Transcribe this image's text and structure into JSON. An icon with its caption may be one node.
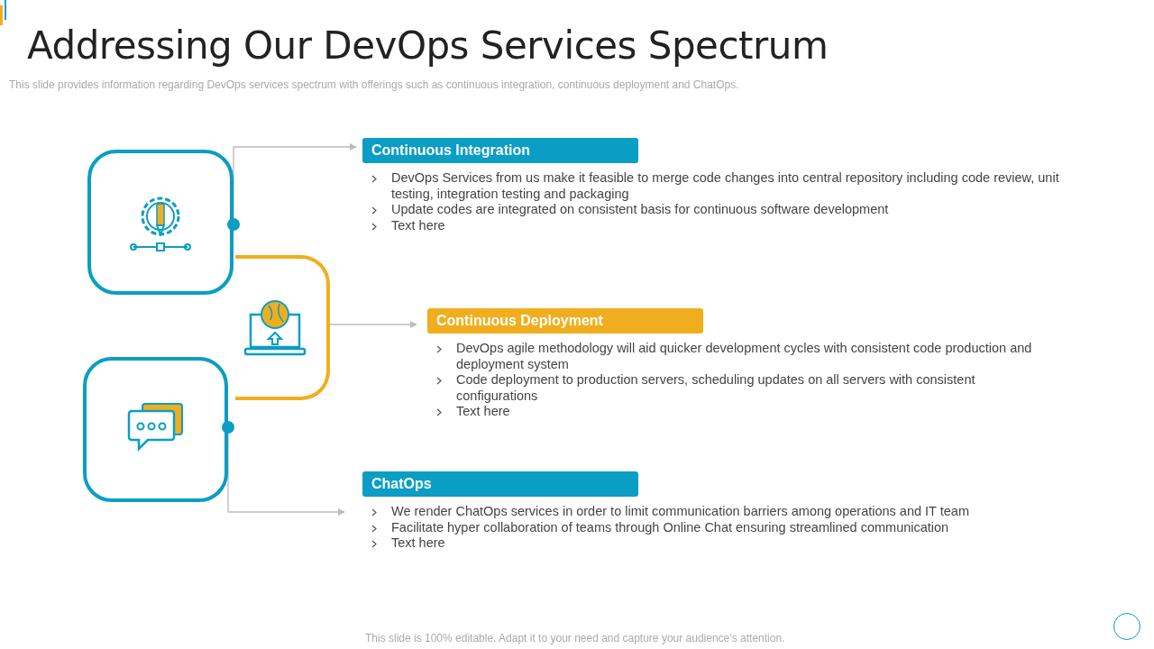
{
  "diagram": {
    "title": "Addressing Our DevOps Services Spectrum",
    "nodes": [
      {
        "text": [],
        "shape": "box"
      },
      {
        "text": [],
        "shape": "box"
      },
      {
        "text": [],
        "shape": "box"
      },
      {
        "text": [
          "Continuous Integration",
          "DevOps Services from us make it feasible to merge code changes into central repository including code review, unit testing, integration testing and packaging",
          "Update codes are integrated on consistent basis for continuous software development",
          "Text here"
        ]
      },
      {
        "text": [
          "Continuous Deployment",
          "DevOps agile methodology will aid quicker development cycles with consistent code production and deployment system",
          "Code deployment to production servers, scheduling updates on all servers with consistent configurations",
          "Text here"
        ]
      },
      {
        "text": [
          "ChatOps",
          "We render ChatOps services in order to limit communication barriers among operations and IT team",
          "Facilitate hyper collaboration of teams through Online Chat ensuring streamlined communication",
          "Text here"
        ]
      }
    ],
    "edges": [
      {
        "from": 0,
        "to": 3,
        "arrow": "to"
      },
      {
        "from": 1,
        "to": 4,
        "arrow": "to"
      },
      {
        "from": 2,
        "to": 5,
        "arrow": "to"
      }
    ],
    "labels": [
      "This slide provides information regarding DevOps services spectrum with offerings such as continuous integration, continuous deployment and ChatOps.",
      "This slide is 100% editable. Adapt it to your need and capture your audience’s attention."
    ]
  }
}
